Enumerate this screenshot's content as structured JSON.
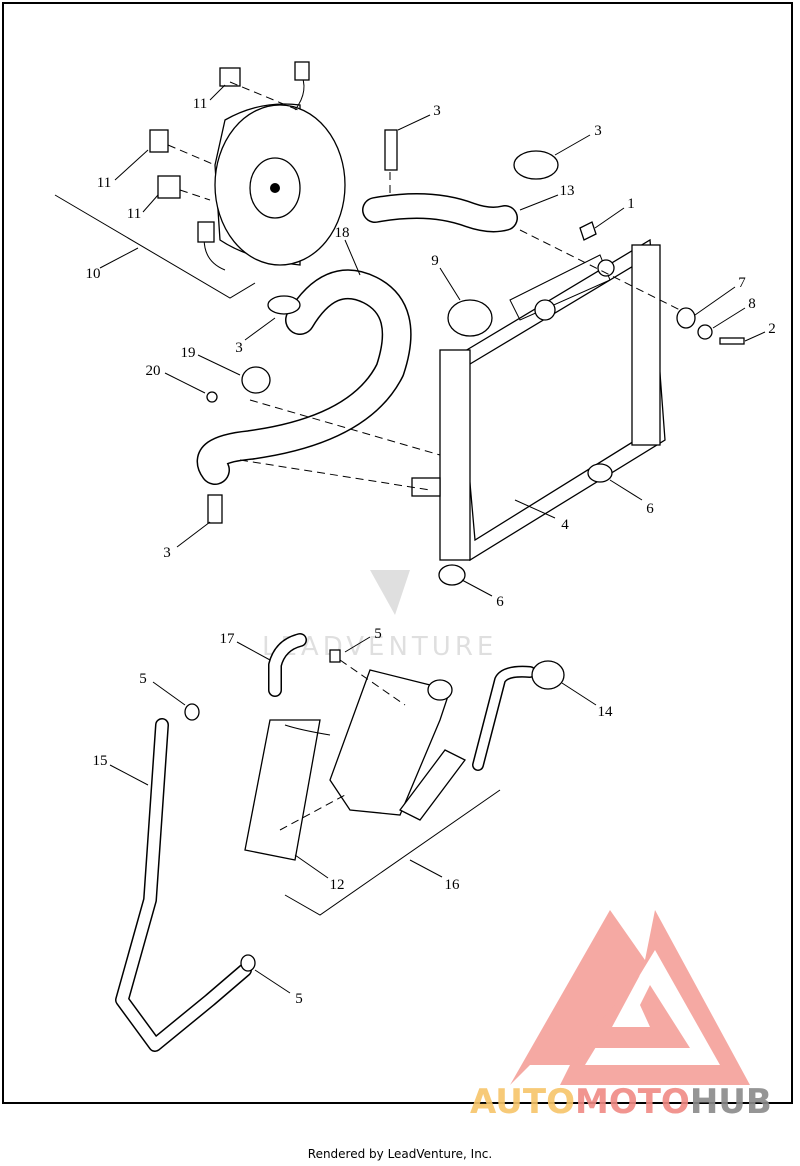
{
  "diagram": {
    "callouts": [
      "11",
      "3",
      "3",
      "11",
      "11",
      "13",
      "1",
      "10",
      "18",
      "9",
      "7",
      "8",
      "2",
      "3",
      "19",
      "20",
      "4",
      "6",
      "3",
      "6",
      "17",
      "5",
      "5",
      "14",
      "15",
      "12",
      "16",
      "5"
    ],
    "watermark_center": "LEADVENTURE",
    "watermark_logo": "AUTOMOTOHUB",
    "logo_colors": {
      "auto": "#f7c56a",
      "moto": "#f08a84",
      "hub": "#8a8a8a",
      "triangle": "#f4a09a"
    }
  },
  "footer": {
    "text": "Rendered by LeadVenture, Inc."
  }
}
